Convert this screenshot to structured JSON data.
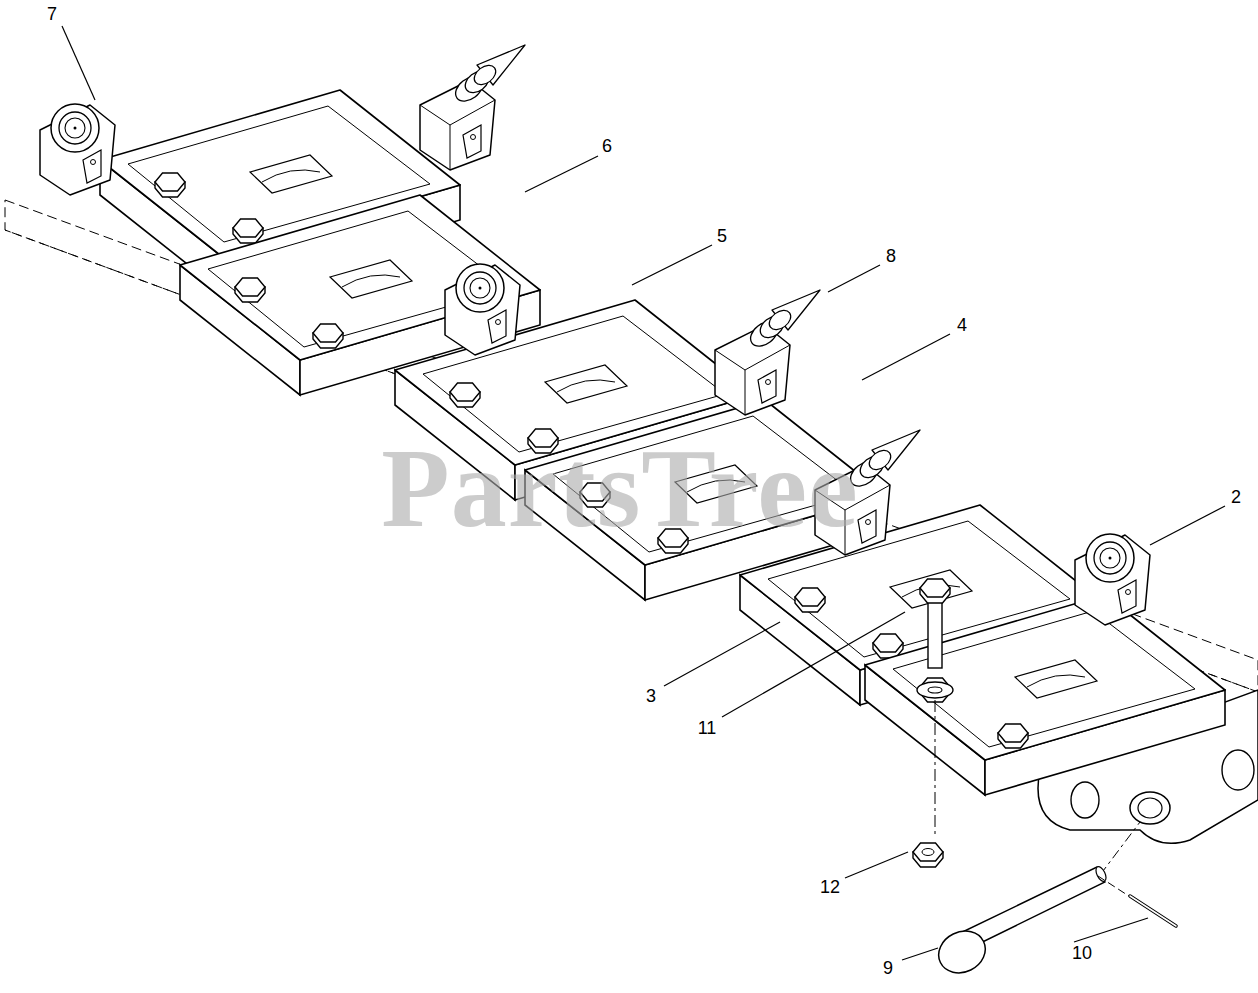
{
  "diagram": {
    "labels": [
      "7",
      "6",
      "5",
      "8",
      "4",
      "2",
      "3",
      "11",
      "12",
      "10",
      "9",
      "PartsTree"
    ]
  }
}
